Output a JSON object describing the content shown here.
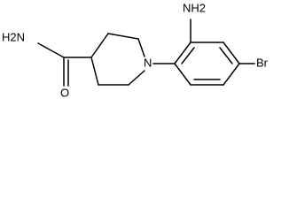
{
  "molecule": {
    "atoms": {
      "amide_n": {
        "element": "N",
        "label": "H2N"
      },
      "amide_o": {
        "element": "O",
        "label": "O"
      },
      "ring_n": {
        "element": "N",
        "label": "N"
      },
      "aryl_nh2": {
        "element": "N",
        "label": "NH2"
      },
      "bromine": {
        "element": "Br",
        "label": "Br"
      }
    },
    "colors": {
      "bond": "#000000",
      "label": "#000000",
      "background": "#ffffff"
    }
  }
}
